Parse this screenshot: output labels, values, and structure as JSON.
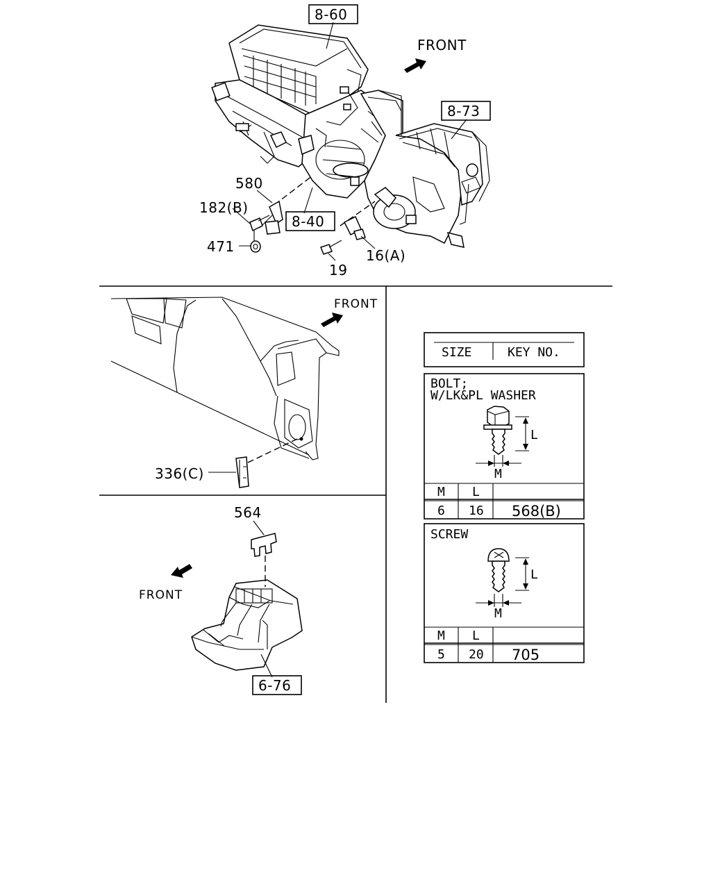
{
  "callouts": {
    "ref_8_60": "8-60",
    "ref_8_73": "8-73",
    "ref_8_40": "8-40",
    "ref_6_76": "6-76",
    "p580": "580",
    "p182b": "182(B)",
    "p471": "471",
    "p16a": "16(A)",
    "p19": "19",
    "p336c": "336(C)",
    "p564": "564"
  },
  "front_labels": {
    "top": "FRONT",
    "middle": "FRONT",
    "bottom": "FRONT"
  },
  "size_table": {
    "header_size": "SIZE",
    "header_key": "KEY NO.",
    "bolt": {
      "title_line1": "BOLT;",
      "title_line2": "W/LK&PL WASHER",
      "dim_l": "L",
      "dim_m": "M",
      "col_m": "M",
      "col_l": "L",
      "row": {
        "m": "6",
        "l": "16",
        "key": "568(B)"
      }
    },
    "screw": {
      "title": "SCREW",
      "dim_l": "L",
      "dim_m": "M",
      "col_m": "M",
      "col_l": "L",
      "row": {
        "m": "5",
        "l": "20",
        "key": "705"
      }
    }
  }
}
